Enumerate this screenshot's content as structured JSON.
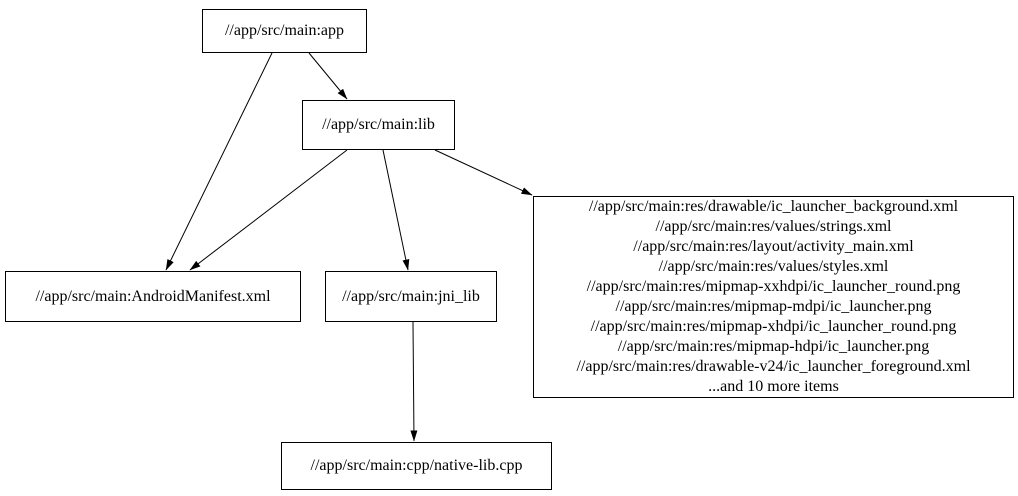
{
  "diagram": {
    "type": "directed-dependency-graph",
    "background_color": "#ffffff",
    "node_fill_color": "#ffffff",
    "node_border_color": "#000000",
    "edge_color": "#000000",
    "nodes": {
      "app": {
        "label": "//app/src/main:app"
      },
      "lib": {
        "label": "//app/src/main:lib"
      },
      "android_manifest": {
        "label": "//app/src/main:AndroidManifest.xml"
      },
      "jni_lib": {
        "label": "//app/src/main:jni_lib"
      },
      "res_group": {
        "lines": [
          "//app/src/main:res/drawable/ic_launcher_background.xml",
          "//app/src/main:res/values/strings.xml",
          "//app/src/main:res/layout/activity_main.xml",
          "//app/src/main:res/values/styles.xml",
          "//app/src/main:res/mipmap-xxhdpi/ic_launcher_round.png",
          "//app/src/main:res/mipmap-mdpi/ic_launcher.png",
          "//app/src/main:res/mipmap-xhdpi/ic_launcher_round.png",
          "//app/src/main:res/mipmap-hdpi/ic_launcher.png",
          "//app/src/main:res/drawable-v24/ic_launcher_foreground.xml",
          "...and 10 more items"
        ]
      },
      "native_lib_cpp": {
        "label": "//app/src/main:cpp/native-lib.cpp"
      }
    },
    "edges": [
      {
        "from": "app",
        "to": "lib"
      },
      {
        "from": "app",
        "to": "android_manifest"
      },
      {
        "from": "lib",
        "to": "android_manifest"
      },
      {
        "from": "lib",
        "to": "jni_lib"
      },
      {
        "from": "lib",
        "to": "res_group"
      },
      {
        "from": "jni_lib",
        "to": "native_lib_cpp"
      }
    ]
  }
}
